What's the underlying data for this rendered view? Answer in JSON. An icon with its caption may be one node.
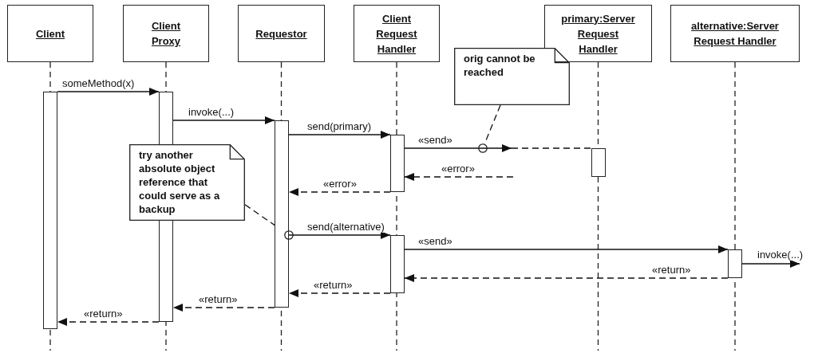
{
  "diagram": {
    "nodes": [
      {
        "text": [
          "Client"
        ]
      },
      {
        "text": [
          "Client Proxy"
        ]
      },
      {
        "text": [
          "Requestor"
        ]
      },
      {
        "text": [
          "Client Request Handler"
        ]
      },
      {
        "text": [
          "primary:Server Request Handler"
        ]
      },
      {
        "text": [
          "alternative:Server Request Handler"
        ]
      },
      {
        "text": [
          "try another absolute object reference that could serve as a backup"
        ]
      },
      {
        "text": [
          "orig cannot be reached"
        ]
      },
      {
        "text": [],
        "shape": "bar"
      },
      {
        "text": [],
        "shape": "bar"
      },
      {
        "text": [],
        "shape": "bar"
      },
      {
        "text": [],
        "shape": "bar"
      },
      {
        "text": [],
        "shape": "bar"
      },
      {
        "text": [],
        "shape": "bar"
      },
      {
        "text": [],
        "shape": "bar"
      },
      {
        "text": [],
        "shape": "circle"
      },
      {
        "text": [],
        "shape": "circle"
      }
    ],
    "edges": [
      {
        "from": 8,
        "to": 9,
        "arrow": "to",
        "label": "someMethod(x)"
      },
      {
        "from": 9,
        "to": 10,
        "arrow": "to",
        "label": "invoke(...)"
      },
      {
        "from": 10,
        "to": 11,
        "arrow": "to",
        "label": "send(primary)"
      },
      {
        "from": 11,
        "to": null,
        "arrow": "to",
        "label": "«send»"
      },
      {
        "from": null,
        "to": 12,
        "arrow": "none",
        "style": "dashed"
      },
      {
        "from": null,
        "to": 11,
        "arrow": "to",
        "label": "«error»",
        "style": "dashed"
      },
      {
        "from": 11,
        "to": 10,
        "arrow": "to",
        "label": "«error»",
        "style": "dashed"
      },
      {
        "from": 10,
        "to": 13,
        "arrow": "to",
        "label": "send(alternative)"
      },
      {
        "from": 13,
        "to": 14,
        "arrow": "to",
        "label": "«send»"
      },
      {
        "from": 14,
        "to": null,
        "arrow": "to",
        "label": "invoke(...)"
      },
      {
        "from": 14,
        "to": 13,
        "arrow": "to",
        "label": "«return»",
        "style": "dashed"
      },
      {
        "from": 13,
        "to": 10,
        "arrow": "to",
        "label": "«return»",
        "style": "dashed"
      },
      {
        "from": 10,
        "to": 9,
        "arrow": "to",
        "label": "«return»",
        "style": "dashed"
      },
      {
        "from": 9,
        "to": 8,
        "arrow": "to",
        "label": "«return»",
        "style": "dashed"
      },
      {
        "from": 6,
        "to": 15,
        "arrow": "none",
        "style": "dashed"
      },
      {
        "from": 7,
        "to": 16,
        "arrow": "none",
        "style": "dashed"
      }
    ]
  }
}
